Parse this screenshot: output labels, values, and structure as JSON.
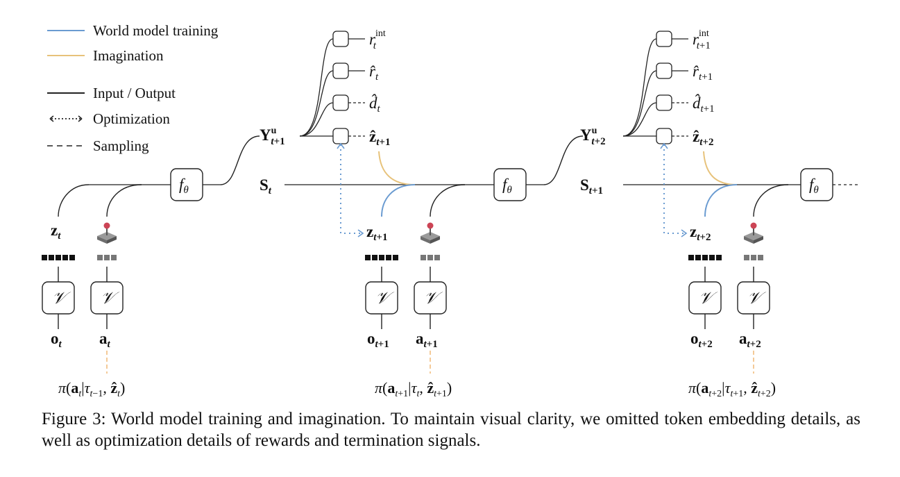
{
  "legend": {
    "world_model_training": "World model training",
    "imagination": "Imagination",
    "input_output": "Input / Output",
    "optimization": "Optimization",
    "sampling": "Sampling"
  },
  "colors": {
    "training": "#6a9bd1",
    "imagination": "#e7c27a",
    "sample_dash": "#f0b36b",
    "line": "#222222",
    "joystick_knob": "#cc4455"
  },
  "icons": [
    "joystick-icon",
    "token-block-icon"
  ],
  "caption": {
    "label": "Figure 3:",
    "text": "World model training and imagination. To maintain visual clarity, we omitted token embedding details, as well as optimization details of rewards and termination signals."
  }
}
